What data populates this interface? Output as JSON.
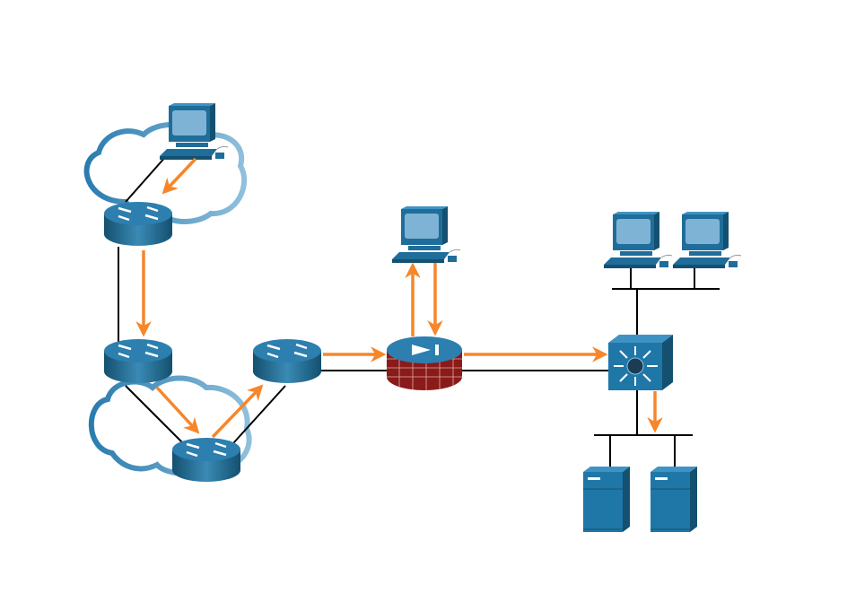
{
  "diagram": {
    "colors": {
      "link": "#000000",
      "traffic_arrow": "#f7862a",
      "device_blue": "#1f6d9a",
      "device_light": "#2e86b8",
      "cloud_outline": "#3a86b4",
      "firewall_brick": "#8b1a1a"
    },
    "devices": [
      {
        "type": "pc",
        "icon": "pc-icon"
      },
      {
        "type": "router",
        "icon": "router-icon"
      },
      {
        "type": "router",
        "icon": "router-icon"
      },
      {
        "type": "router",
        "icon": "router-icon"
      },
      {
        "type": "router",
        "icon": "router-icon"
      },
      {
        "type": "firewall",
        "icon": "firewall-icon"
      },
      {
        "type": "pc",
        "icon": "pc-icon"
      },
      {
        "type": "multilayer-switch",
        "icon": "switch-icon"
      },
      {
        "type": "pc",
        "icon": "pc-icon"
      },
      {
        "type": "pc",
        "icon": "pc-icon"
      },
      {
        "type": "server",
        "icon": "server-icon"
      },
      {
        "type": "server",
        "icon": "server-icon"
      }
    ],
    "clouds": 2
  }
}
